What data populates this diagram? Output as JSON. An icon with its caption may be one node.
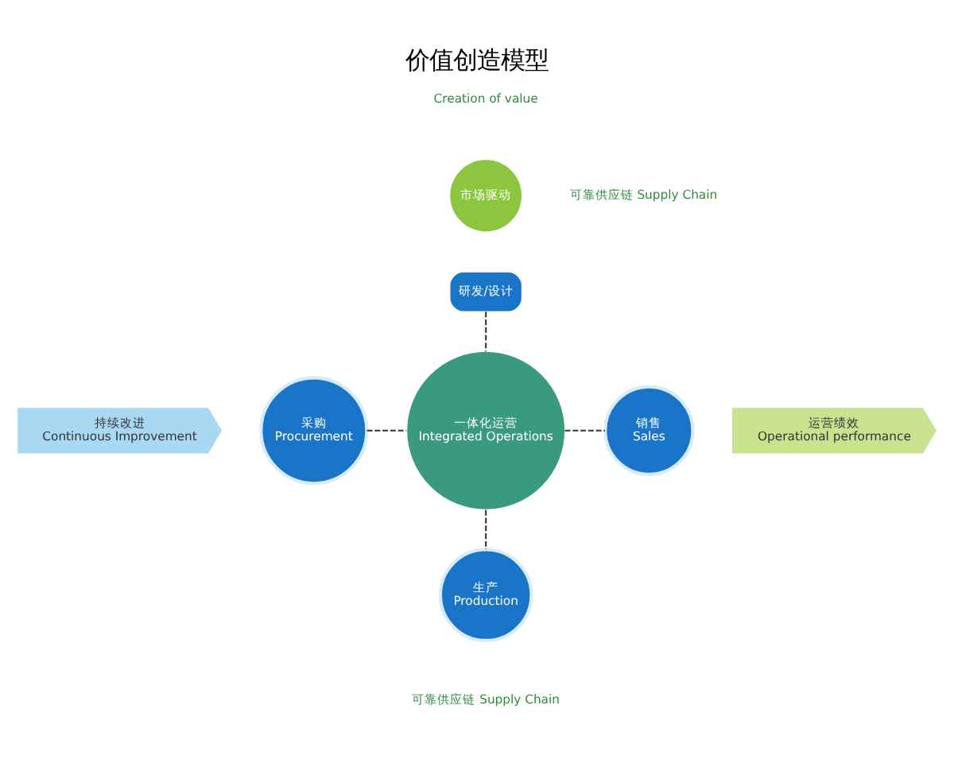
{
  "diagram": {
    "title": "价值创造模型",
    "nodes": [
      {
        "text": [
          "一体化运营",
          "Integrated Operations"
        ]
      },
      {
        "text": [
          "市场驱动"
        ]
      },
      {
        "text": [
          "研发/设计"
        ]
      },
      {
        "text": [
          "采购",
          "Procurement"
        ]
      },
      {
        "text": [
          "销售",
          "Sales"
        ]
      },
      {
        "text": [
          "生产",
          "Production"
        ]
      },
      {
        "text": [
          "持续改进",
          "Continuous Improvement"
        ]
      },
      {
        "text": [
          "运营绩效",
          "Operational performance"
        ]
      }
    ],
    "edges": [
      {
        "from": 2,
        "to": 0,
        "arrow": "none",
        "style": "dashed"
      },
      {
        "from": 3,
        "to": 0,
        "arrow": "none",
        "style": "dashed"
      },
      {
        "from": 0,
        "to": 4,
        "arrow": "none",
        "style": "dashed"
      },
      {
        "from": 0,
        "to": 5,
        "arrow": "none",
        "style": "dashed"
      }
    ],
    "labels": [
      "Creation of value",
      "可靠供应链 Supply Chain",
      "可靠供应链 Supply Chain"
    ]
  }
}
